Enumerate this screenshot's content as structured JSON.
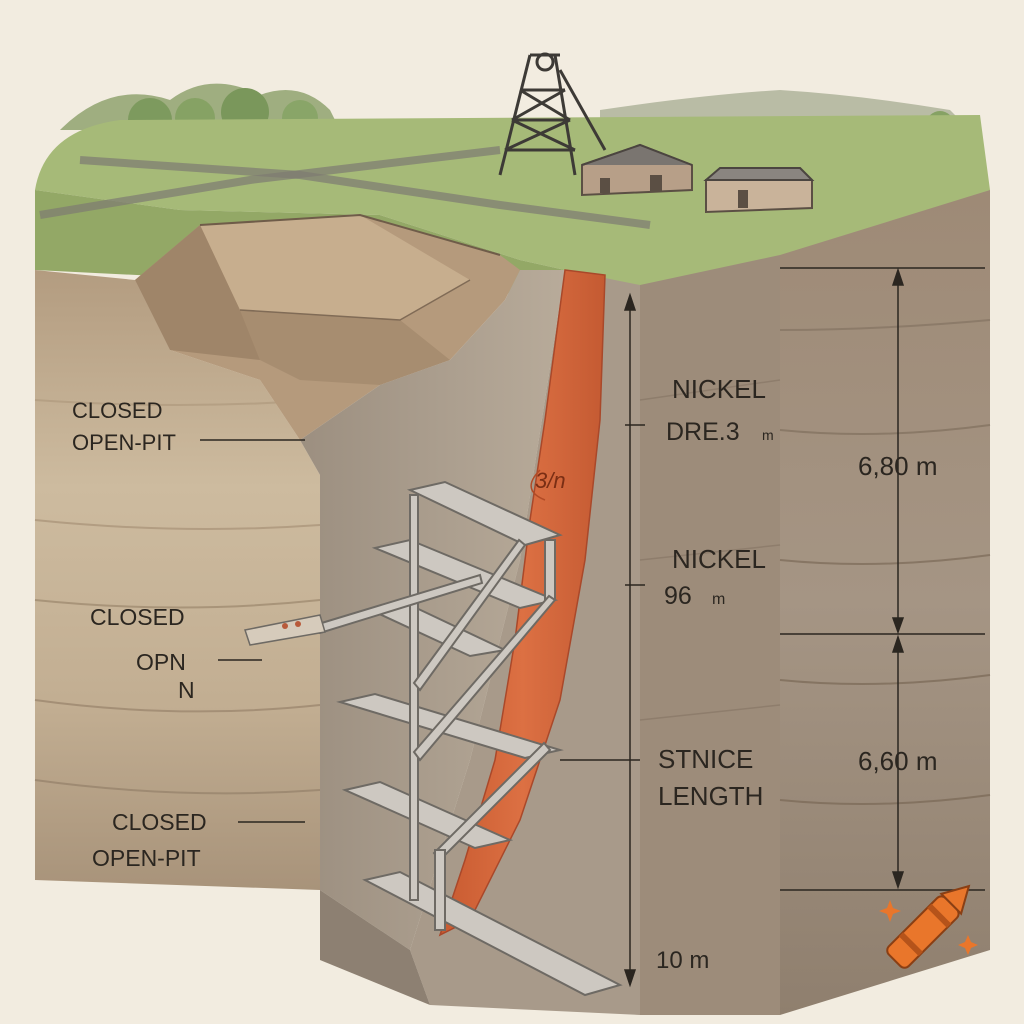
{
  "labels": {
    "closed_open_pit_top_line1": "CLOSED",
    "closed_open_pit_top_line2": "OPEN-PIT",
    "closed_mid": "CLOSED",
    "opn_line1": "OPN",
    "opn_line2": "N",
    "closed_open_pit_bottom_line1": "CLOSED",
    "closed_open_pit_bottom_line2": "OPEN-PIT",
    "nickel_1_line1": "NICKEL",
    "nickel_1_line2": "DRE.3",
    "nickel_1_unit": "m",
    "nickel_2_line1": "NICKEL",
    "nickel_2_line2": "96",
    "nickel_2_unit": "m",
    "stnice_line1": "STNICE",
    "stnice_line2": "LENGTH",
    "depth_10": "10 m",
    "ore_mark": "3/n",
    "dim_upper": "6,80 m",
    "dim_lower": "6,60 m"
  },
  "colors": {
    "sky": "#f2ece0",
    "grass": "#9cb46e",
    "soil_light": "#c8b496",
    "soil_dark": "#8c7a68",
    "ore_vein": "#d2663a",
    "steel": "#c9c4bd",
    "crayon_logo": "#e9762b"
  },
  "icons": {
    "headframe": "mine-headframe-icon",
    "logo": "crayon-logo-icon"
  }
}
